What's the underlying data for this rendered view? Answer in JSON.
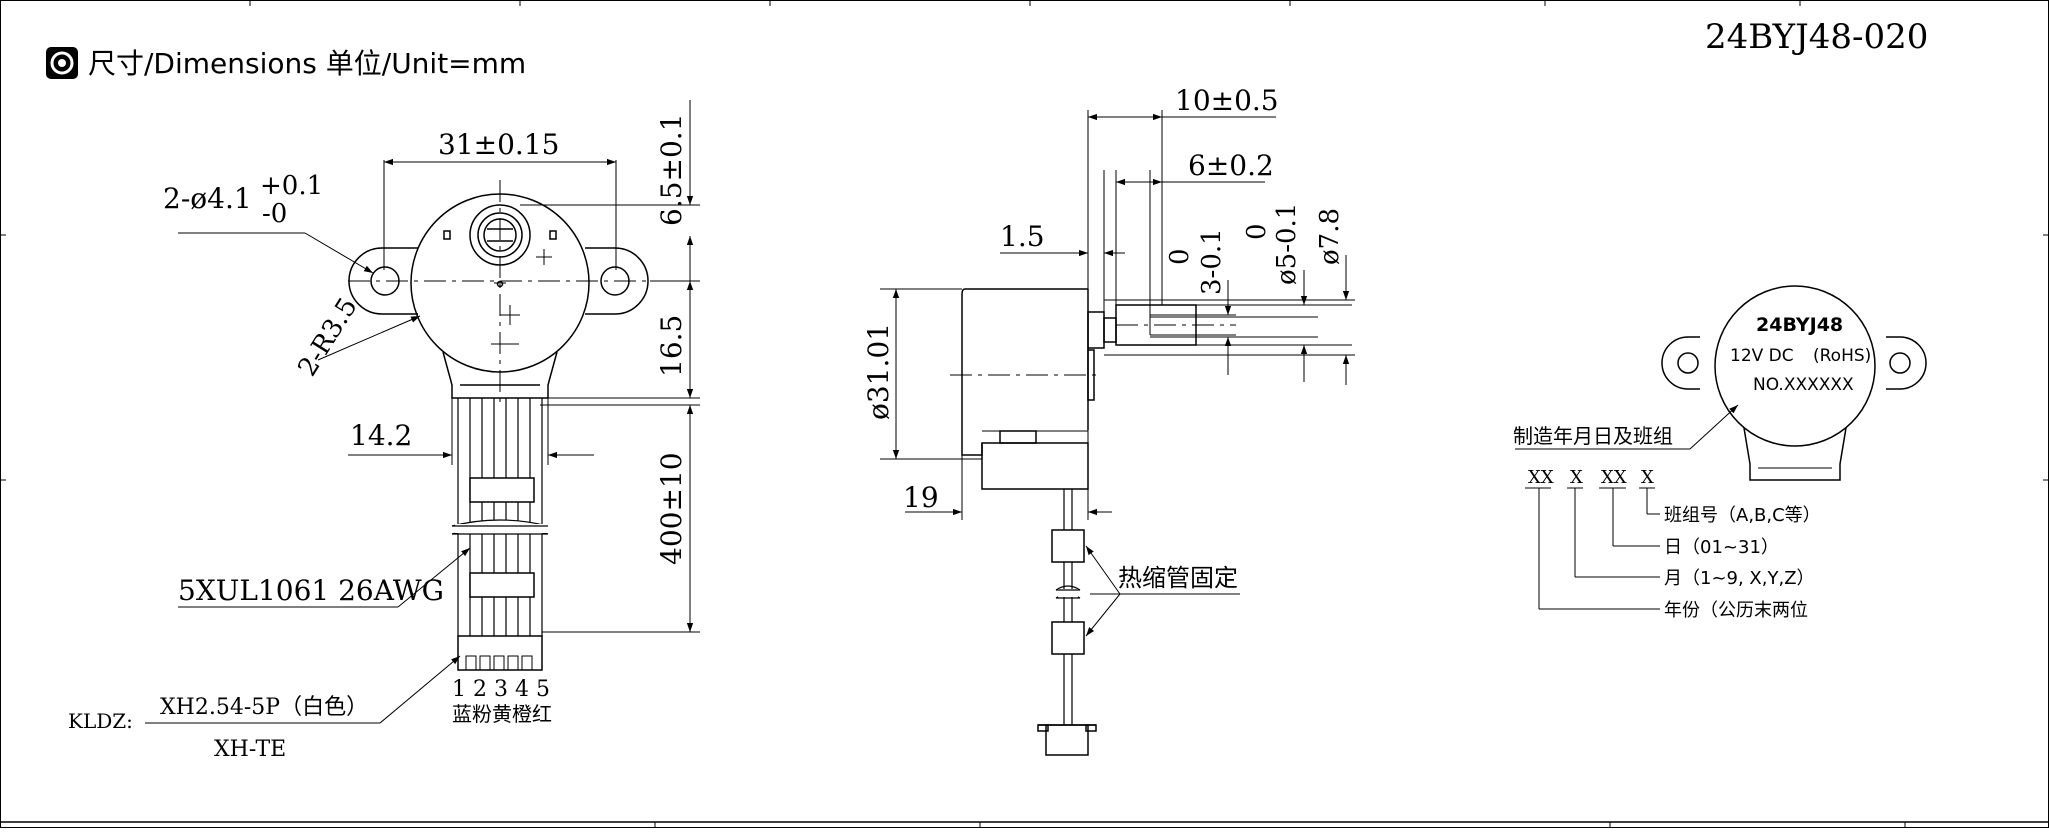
{
  "header": {
    "title": "尺寸/Dimensions 单位/Unit=mm",
    "model": "24BYJ48-020"
  },
  "top_view": {
    "width_dim": "31±0.15",
    "hole_dim": "2-ø4.1",
    "hole_tol_upper": "+0.1",
    "hole_tol_lower": "-0",
    "radius_dim": "2-R3.5",
    "shaft_offset_dim": "6.5±0.1",
    "height_dim": "16.5",
    "lead_length_dim": "400±10",
    "gear_box_dim": "14.2",
    "wire_label": "5XUL1061 26AWG",
    "connector_label": "XH2.54-5P（白色）",
    "connector_prefix": "KLDZ:",
    "terminal_label": "XH-TE",
    "pin_numbers": "1 2 3 4 5",
    "wire_colors": "蓝粉黄橙红"
  },
  "side_view": {
    "shaft_length_dim": "10±0.5",
    "flat_length_dim": "6±0.2",
    "boss_height_dim": "1.5",
    "flat_dim": "3-0.1",
    "flat_tol": "0",
    "shaft_dia_dim": "ø5-0.1",
    "shaft_dia_tol": "0",
    "boss_dia_dim": "ø7.8",
    "body_dia_dim": "ø31.01",
    "body_depth_dim": "19",
    "heat_shrink_label": "热缩管固定"
  },
  "label_view": {
    "model": "24BYJ48",
    "voltage": "12V DC",
    "rohs": "(RoHS)",
    "serial": "NO.XXXXXX",
    "date_code_title": "制造年月日及班组",
    "code_chars": [
      "XX",
      "X",
      "XX",
      "X"
    ],
    "legend": [
      "班组号（A,B,C等）",
      "日（01~31）",
      "月（1~9, X,Y,Z）",
      "年份（公历末两位"
    ]
  }
}
